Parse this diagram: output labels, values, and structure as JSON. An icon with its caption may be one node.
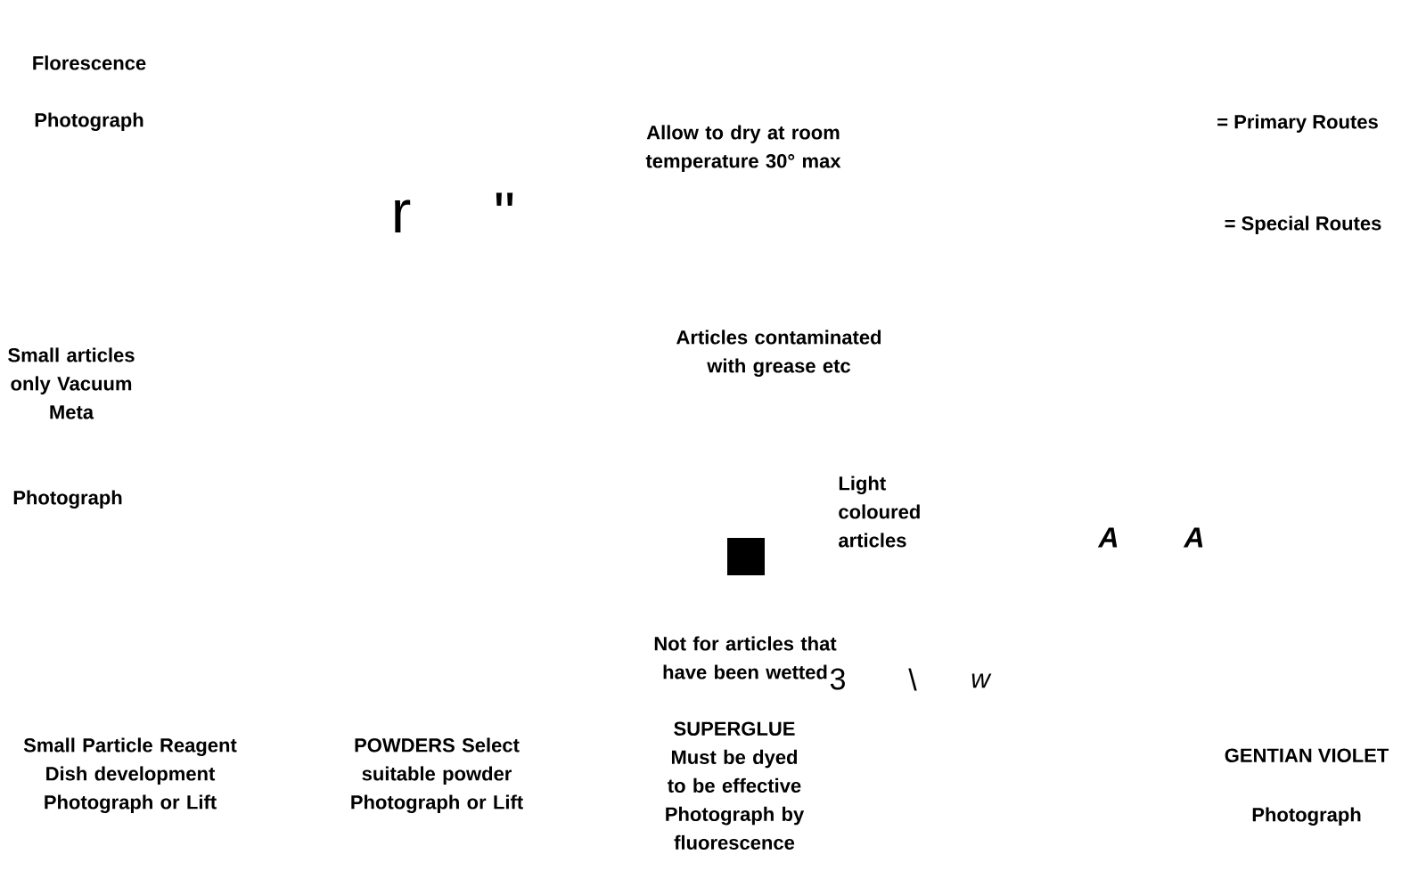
{
  "diagram": {
    "labels": [
      "Florescence",
      "Photograph",
      "Allow to dry at room temperature 30° max",
      "= Primary Routes",
      "= Special Routes",
      "r",
      "\"",
      "Small articles only Vacuum Meta",
      "Photograph",
      "Articles contaminated with grease etc",
      "Light coloured articles",
      "A",
      "A",
      "Not for articles that have been wetted",
      "3",
      "\\",
      "w",
      "Small Particle Reagent Dish development Photograph or Lift",
      "POWDERS Select suitable powder Photograph or Lift",
      "SUPERGLUE Must be dyed to be effective Photograph by fluorescence",
      "GENTIAN VIOLET",
      "Photograph"
    ]
  }
}
